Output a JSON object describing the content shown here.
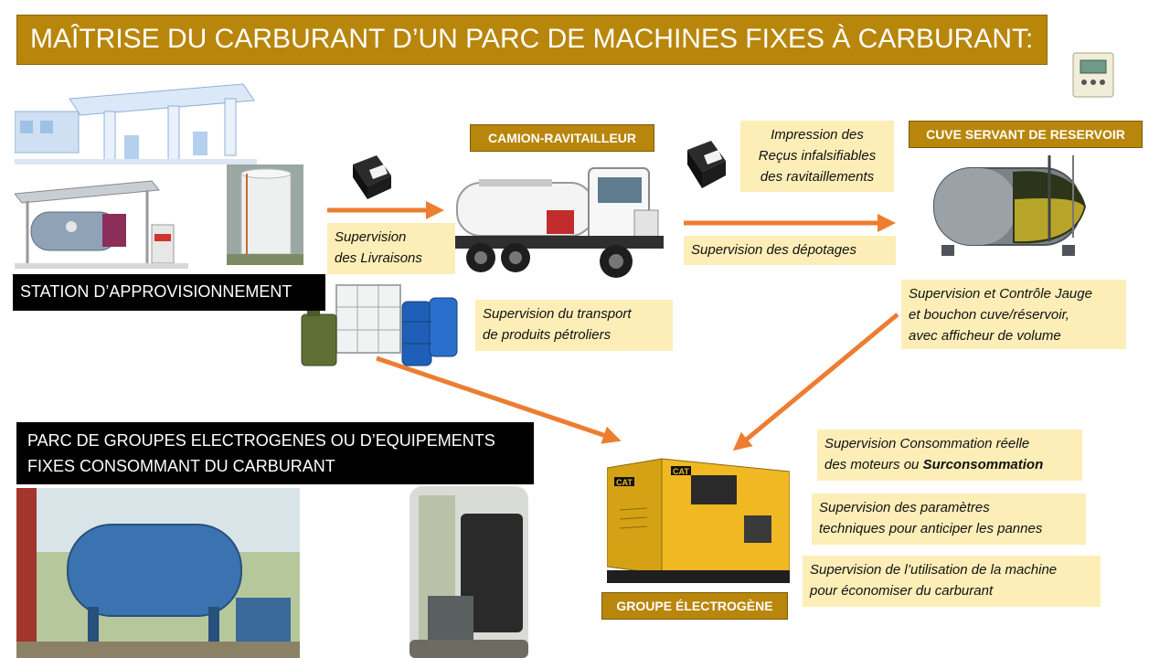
{
  "title": "MAÎTRISE DU CARBURANT D’UN PARC DE MACHINES FIXES À CARBURANT:",
  "labels": {
    "camion": "CAMION-RAVITAILLEUR",
    "cuve": "CUVE SERVANT DE RESERVOIR",
    "station": "STATION D’APPROVISIONNEMENT",
    "parc_line1": "PARC DE GROUPES ELECTROGENES OU D’EQUIPEMENTS",
    "parc_line2": "FIXES CONSOMMANT DU CARBURANT",
    "groupe": "GROUPE ÉLECTROGÈNE"
  },
  "notes": {
    "livraisons_l1": "Supervision",
    "livraisons_l2": "des Livraisons",
    "impression_l1": "Impression des",
    "impression_l2": "Reçus infalsifiables",
    "impression_l3": "des ravitaillements",
    "depotages": "Supervision des dépotages",
    "transport_l1": "Supervision du transport",
    "transport_l2": "de produits pétroliers",
    "jauge_l1": "Supervision et Contrôle Jauge",
    "jauge_l2": "et bouchon cuve/réservoir,",
    "jauge_l3": "avec afficheur de volume",
    "conso_l1": "Supervision Consommation  réelle",
    "conso_l2_prefix": "des moteurs ou ",
    "conso_l2_bold": "Surconsommation",
    "param_l1": "Supervision des paramètres",
    "param_l2": "techniques pour anticiper les pannes",
    "util_l1": "Supervision de l’utilisation de la machine",
    "util_l2": "pour économiser  du carburant"
  },
  "generator_brand": "CAT",
  "colors": {
    "gold": "#b8860b",
    "note_bg": "#fdeeb8",
    "arrow": "#ed7d31",
    "black": "#000000"
  },
  "icons": [
    "fuel-station-icon",
    "printer-icon",
    "tanker-truck-icon",
    "fuel-tank-icon",
    "fuel-meter-icon",
    "jerrycan-icon",
    "barrel-icon",
    "generator-icon"
  ]
}
